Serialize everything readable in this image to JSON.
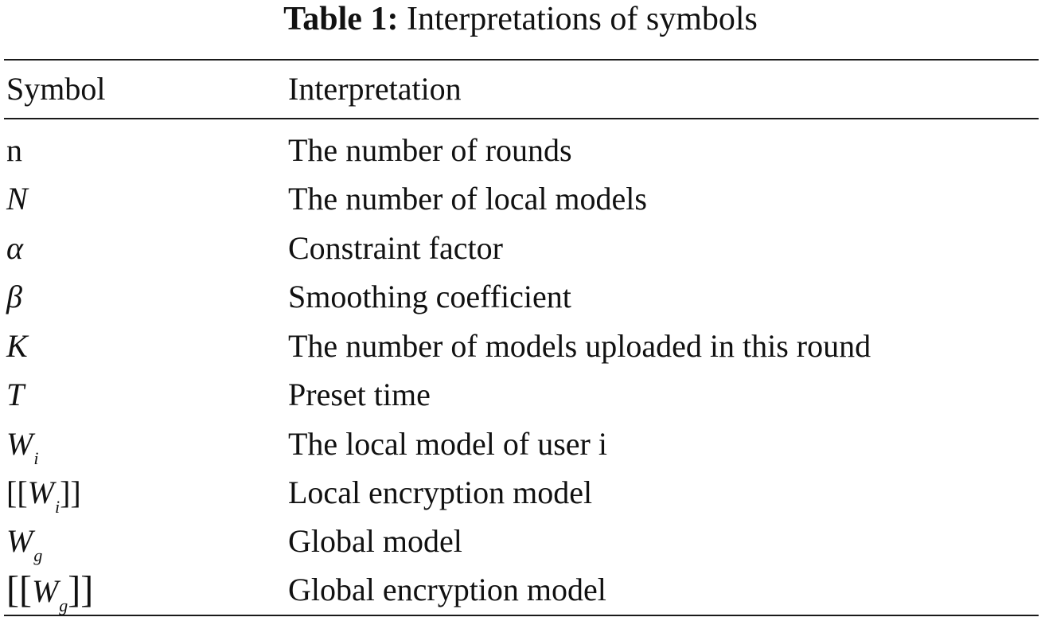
{
  "caption": {
    "label": "Table 1:",
    "text": "Interpretations of symbols"
  },
  "table": {
    "headers": {
      "symbol": "Symbol",
      "interpretation": "Interpretation"
    },
    "rows": [
      {
        "symbol": "n",
        "interpretation": "The number of rounds"
      },
      {
        "symbol": "N",
        "interpretation": "The number of local models"
      },
      {
        "symbol": "α",
        "interpretation": "Constraint factor"
      },
      {
        "symbol": "β",
        "interpretation": "Smoothing coefficient"
      },
      {
        "symbol": "K",
        "interpretation": "The number of models uploaded in this round"
      },
      {
        "symbol": "T",
        "interpretation": "Preset time"
      },
      {
        "symbol_base": "W",
        "symbol_sub": "i",
        "interpretation": "The local model of user i"
      },
      {
        "bracket_open": "[[",
        "symbol_base": "W",
        "symbol_sub": "i",
        "bracket_close": "]]",
        "interpretation": "Local encryption model"
      },
      {
        "symbol_base": "W",
        "symbol_sub": "g",
        "interpretation": "Global model"
      },
      {
        "bracket_open": "[[",
        "symbol_base": "W",
        "symbol_sub": "g",
        "bracket_close": "]]",
        "interpretation": "Global encryption model"
      }
    ]
  }
}
